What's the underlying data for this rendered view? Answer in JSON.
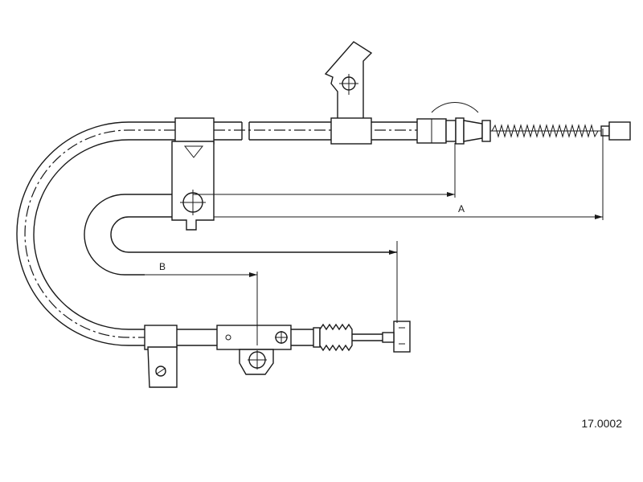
{
  "dimension_labels": {
    "a": "A",
    "b": "B"
  },
  "part_number": "17.0002"
}
